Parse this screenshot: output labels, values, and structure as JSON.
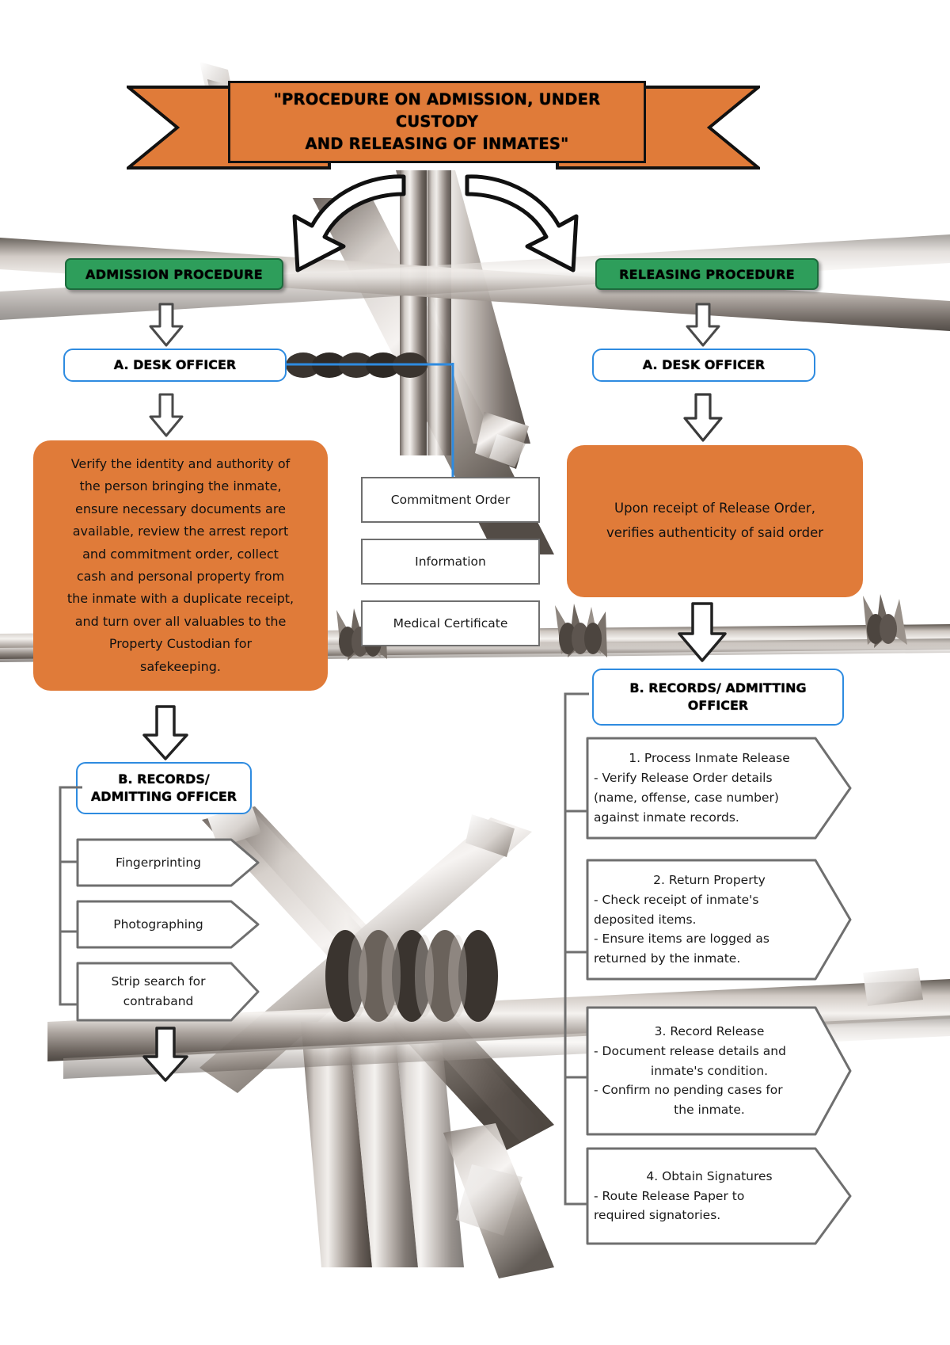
{
  "banner": {
    "title_line1": "\"PROCEDURE ON ADMISSION, UNDER CUSTODY",
    "title_line2": "AND RELEASING OF INMATES\""
  },
  "colors": {
    "orange": "#E07B39",
    "green": "#2E9E5B",
    "blue_border": "#2E8BE0",
    "gray_border": "#6F6F6F",
    "text": "#111111"
  },
  "admission": {
    "header": "ADMISSION PROCEDURE",
    "desk_officer": "A. DESK OFFICER",
    "desk_officer_detail": "Verify the identity and authority of the person bringing the inmate, ensure necessary documents are available, review the arrest report and commitment order, collect cash and personal property from the inmate with a duplicate receipt, and turn over all valuables to the Property Custodian for safekeeping.",
    "desk_officer_detail_lines": [
      "Verify the identity and authority of",
      "the person bringing the inmate,",
      "ensure necessary documents are",
      "available, review the arrest report",
      "and commitment order, collect",
      "cash and personal property from",
      "the inmate with a duplicate receipt,",
      "and turn over all valuables to the",
      "Property Custodian for",
      "safekeeping."
    ],
    "records_officer": "B. RECORDS/ ADMITTING OFFICER",
    "records_officer_line1": "B. RECORDS/",
    "records_officer_line2": "ADMITTING OFFICER",
    "tasks": [
      {
        "label": "Fingerprinting"
      },
      {
        "label": "Photographing"
      },
      {
        "label_line1": "Strip search for",
        "label_line2": "contraband"
      }
    ]
  },
  "documents": [
    {
      "label": "Commitment Order"
    },
    {
      "label": "Information"
    },
    {
      "label": "Medical Certificate"
    }
  ],
  "releasing": {
    "header": "RELEASING PROCEDURE",
    "desk_officer": "A. DESK OFFICER",
    "desk_officer_detail_lines": [
      "Upon receipt of Release Order,",
      "verifies authenticity of said order"
    ],
    "records_officer_line1": "B. RECORDS/ ADMITTING",
    "records_officer_line2": "OFFICER",
    "steps": [
      {
        "title": "1. Process Inmate Release",
        "lines": [
          "- Verify Release Order details",
          "(name, offense, case number)",
          "against inmate records."
        ]
      },
      {
        "title": "2. Return Property",
        "lines": [
          "- Check receipt of inmate's",
          "deposited items.",
          "- Ensure items are logged as",
          "returned by the inmate."
        ]
      },
      {
        "title": "3. Record Release",
        "lines": [
          "- Document release details and",
          "inmate's condition.",
          "- Confirm no pending cases for",
          "the inmate."
        ]
      },
      {
        "title": "4. Obtain Signatures",
        "lines": [
          "- Route Release Paper to",
          "required signatories."
        ]
      }
    ]
  },
  "icons": {
    "left_curved_arrow": "curved-arrow-left-icon",
    "right_curved_arrow": "curved-arrow-right-icon",
    "down_arrow": "arrow-down-icon",
    "chevron_right": "chevron-right-icon",
    "barbed_wire": "barbed-wire-icon"
  }
}
